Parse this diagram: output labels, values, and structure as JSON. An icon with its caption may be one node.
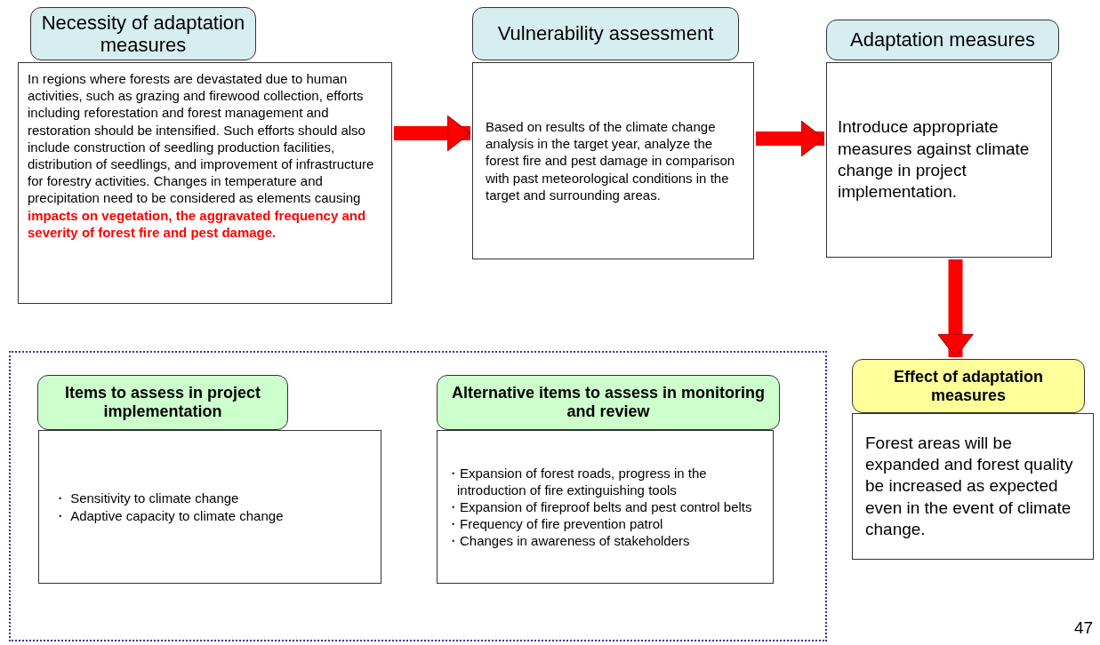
{
  "diagram": {
    "nodes": [
      {
        "text": [
          "Necessity of adaptation measures",
          "In regions where forests are devastated due to human activities, such as grazing and firewood collection, efforts including reforestation and forest management and restoration should be intensified. Such efforts should also include construction of seedling production facilities, distribution of seedlings, and improvement of infrastructure for forestry activities. Changes in temperature and precipitation need to be considered as elements causing **impacts on vegetation, the aggravated frequency and severity of forest fire and pest damage.**"
        ]
      },
      {
        "text": [
          "Vulnerability assessment",
          "Based on results of the climate change analysis in the target year, analyze the forest fire and pest damage in comparison with past meteorological conditions in the target and surrounding areas."
        ]
      },
      {
        "text": [
          "Adaptation measures",
          "Introduce appropriate measures against climate change in project implementation."
        ]
      },
      {
        "text": [
          "Effect of adaptation measures",
          "Forest areas will be expanded and forest quality be increased as expected even in the event of climate change."
        ]
      },
      {
        "text": [],
        "shape": "box"
      },
      {
        "text": [
          "Items to assess in project implementation",
          "・ Sensitivity to climate change",
          "・ Adaptive capacity to climate change"
        ],
        "in": 4
      },
      {
        "text": [
          "Alternative items to assess in monitoring and review",
          "・Expansion of forest roads, progress in the introduction of fire extinguishing tools",
          "・Expansion of fireproof belts and pest control belts",
          "・Frequency of fire prevention patrol",
          "・Changes in awareness of stakeholders"
        ],
        "in": 4
      }
    ],
    "edges": [
      {
        "from": 0,
        "to": 1,
        "arrow": "to"
      },
      {
        "from": 1,
        "to": 2,
        "arrow": "to"
      },
      {
        "from": 2,
        "to": 3,
        "arrow": "to"
      }
    ],
    "labels": [
      "47"
    ]
  }
}
